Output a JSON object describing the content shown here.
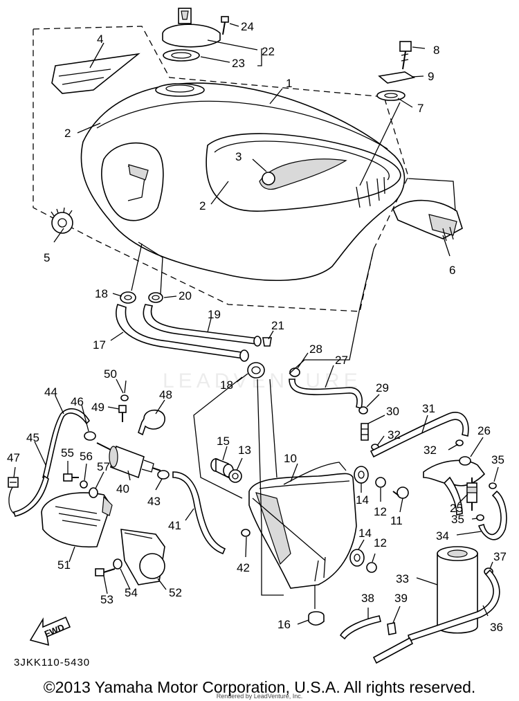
{
  "diagram": {
    "watermark": "LEADVENTURE",
    "code": "3JKK110-5430",
    "fwd_label": "FWD",
    "callouts": {
      "c1": "1",
      "c2a": "2",
      "c2b": "2",
      "c3": "3",
      "c4": "4",
      "c5": "5",
      "c6": "6",
      "c7": "7",
      "c8": "8",
      "c9": "9",
      "c10": "10",
      "c11": "11",
      "c12a": "12",
      "c12b": "12",
      "c13": "13",
      "c14a": "14",
      "c14b": "14",
      "c15": "15",
      "c16": "16",
      "c17": "17",
      "c18a": "18",
      "c18b": "18",
      "c19": "19",
      "c20": "20",
      "c21": "21",
      "c22": "22",
      "c23": "23",
      "c24": "24",
      "c25": "25",
      "c26": "26",
      "c27": "27",
      "c28": "28",
      "c29": "29",
      "c30": "30",
      "c31": "31",
      "c32a": "32",
      "c32b": "32",
      "c33": "33",
      "c34": "34",
      "c35a": "35",
      "c35b": "35",
      "c36": "36",
      "c37": "37",
      "c38": "38",
      "c39": "39",
      "c40": "40",
      "c41": "41",
      "c42": "42",
      "c43": "43",
      "c44": "44",
      "c45": "45",
      "c46": "46",
      "c47": "47",
      "c48": "48",
      "c49": "49",
      "c50": "50",
      "c51": "51",
      "c52": "52",
      "c53": "53",
      "c54": "54",
      "c55": "55",
      "c56": "56",
      "c57": "57"
    }
  },
  "footer": {
    "copyright": "©2013 Yamaha Motor Corporation, U.S.A. All rights reserved.",
    "rendered_by": "Rendered by LeadVenture, Inc."
  }
}
